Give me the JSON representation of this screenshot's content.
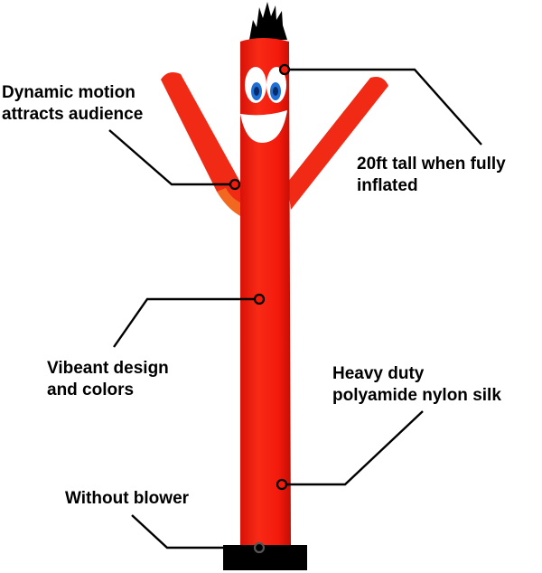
{
  "colors": {
    "tube": "#f41a0c",
    "tube_shade": "#c90f06",
    "arm": "#f02a14",
    "base": "#000000",
    "hair": "#000000",
    "eye_white": "#ffffff",
    "iris": "#1e6fd6",
    "line": "#000000",
    "text": "#000000"
  },
  "callouts": [
    {
      "id": "motion",
      "lines": [
        "Dynamic motion",
        "attracts audience"
      ]
    },
    {
      "id": "tall",
      "lines": [
        "20ft tall when fully",
        "inflated"
      ]
    },
    {
      "id": "design",
      "lines": [
        "Vibeant design",
        "and colors"
      ]
    },
    {
      "id": "nylon",
      "lines": [
        "Heavy duty",
        "polyamide nylon silk"
      ]
    },
    {
      "id": "blower",
      "lines": [
        "Without blower"
      ]
    }
  ]
}
